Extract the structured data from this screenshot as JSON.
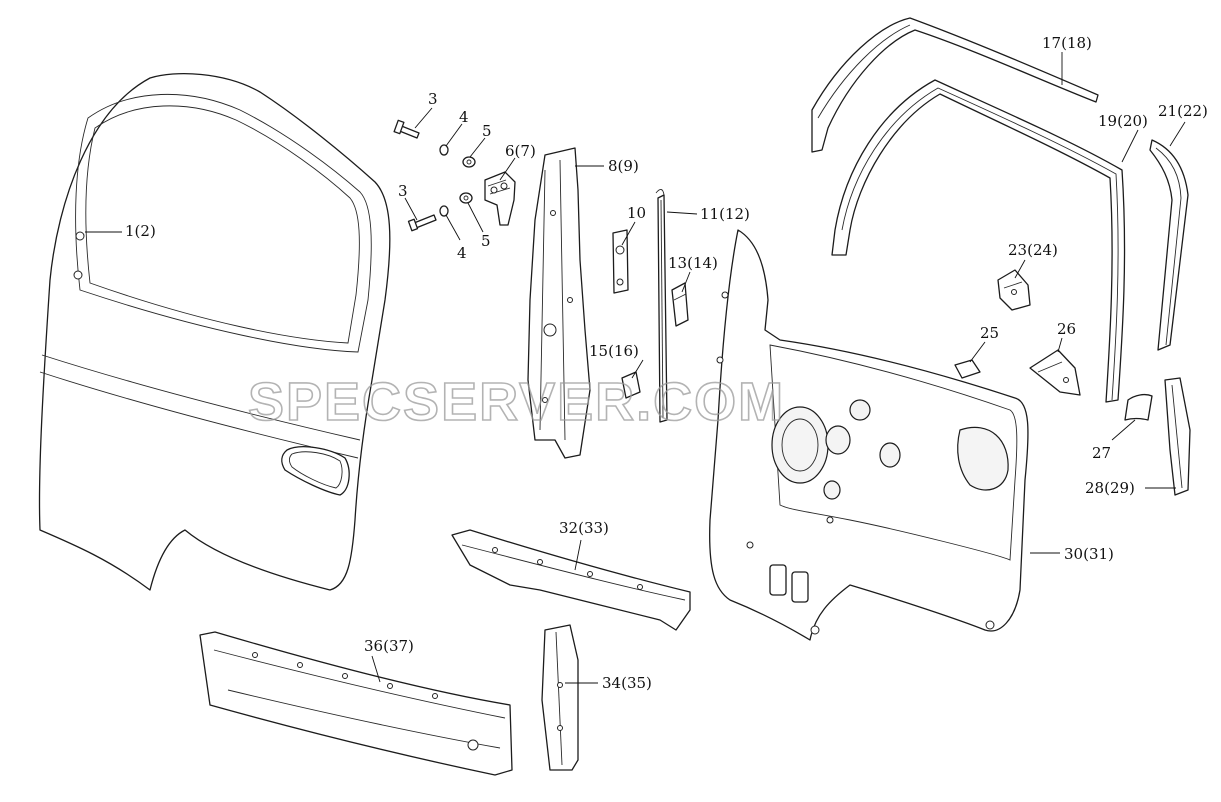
{
  "diagram": {
    "watermark": "SPECSERVER.COM",
    "callouts": [
      {
        "id": "c1",
        "label": "1(2)"
      },
      {
        "id": "c3a",
        "label": "3"
      },
      {
        "id": "c4a",
        "label": "4"
      },
      {
        "id": "c5a",
        "label": "5"
      },
      {
        "id": "c6",
        "label": "6(7)"
      },
      {
        "id": "c3b",
        "label": "3"
      },
      {
        "id": "c4b",
        "label": "4"
      },
      {
        "id": "c5b",
        "label": "5"
      },
      {
        "id": "c8",
        "label": "8(9)"
      },
      {
        "id": "c10",
        "label": "10"
      },
      {
        "id": "c11",
        "label": "11(12)"
      },
      {
        "id": "c13",
        "label": "13(14)"
      },
      {
        "id": "c15",
        "label": "15(16)"
      },
      {
        "id": "c17",
        "label": "17(18)"
      },
      {
        "id": "c19",
        "label": "19(20)"
      },
      {
        "id": "c21",
        "label": "21(22)"
      },
      {
        "id": "c23",
        "label": "23(24)"
      },
      {
        "id": "c25",
        "label": "25"
      },
      {
        "id": "c26",
        "label": "26"
      },
      {
        "id": "c27",
        "label": "27"
      },
      {
        "id": "c28",
        "label": "28(29)"
      },
      {
        "id": "c30",
        "label": "30(31)"
      },
      {
        "id": "c32",
        "label": "32(33)"
      },
      {
        "id": "c34",
        "label": "34(35)"
      },
      {
        "id": "c36",
        "label": "36(37)"
      }
    ]
  }
}
